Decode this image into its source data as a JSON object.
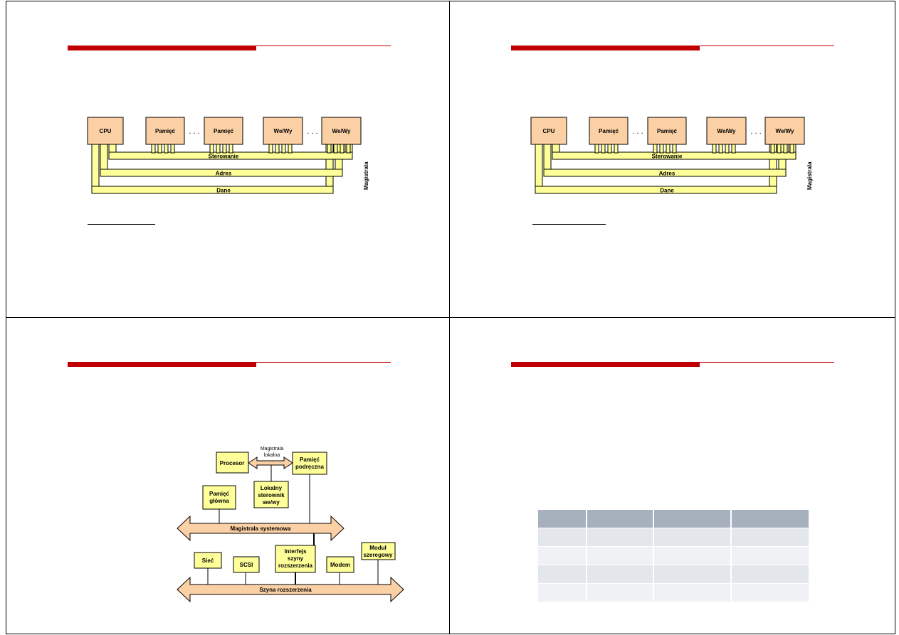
{
  "bus_diagram": {
    "boxes": [
      "CPU",
      "Pamięć",
      "Pamięć",
      "We/Wy",
      "We/Wy"
    ],
    "ellipsis": ". . .",
    "bus_lines": [
      "Sterowanie",
      "Adres",
      "Dane"
    ],
    "side_label": "Magistrala"
  },
  "system_diagram": {
    "procesor": "Procesor",
    "magistrala_lokalna": [
      "Magistrala",
      "lokalna"
    ],
    "pamiec_podreczna": [
      "Pamięć",
      "podręczna"
    ],
    "lokalny_sterownik": [
      "Lokalny",
      "sterownik",
      "we/wy"
    ],
    "pamiec_glowna": [
      "Pamięć",
      "główna"
    ],
    "magistrala_systemowa": "Magistrala systemowa",
    "siec": "Sieć",
    "scsi": "SCSI",
    "interfejs": [
      "Interfejs",
      "szyny",
      "rozszerzenia"
    ],
    "modem": "Modem",
    "modul": [
      "Moduł",
      "szeregowy"
    ],
    "szyna_rozszerzenia": "Szyna rozszerzenia"
  },
  "colors": {
    "title_accent": "#c00000",
    "box_orange": "#fbd0a4",
    "box_yellow": "#ffff99",
    "table_header": "#a6b1bd",
    "table_row_dark": "#e3e6ea",
    "table_row_light": "#f0f1f4"
  }
}
